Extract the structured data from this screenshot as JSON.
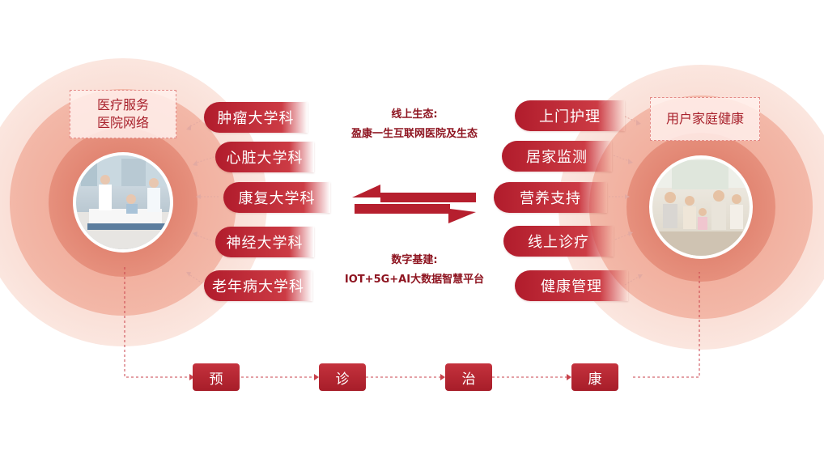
{
  "left_group": {
    "title_line1": "医疗服务",
    "title_line2": "医院网络",
    "photo_icon": "hospital-ward-photo",
    "items": [
      {
        "label": "肿瘤大学科"
      },
      {
        "label": "心脏大学科"
      },
      {
        "label": "康复大学科"
      },
      {
        "label": "神经大学科"
      },
      {
        "label": "老年病大学科"
      }
    ]
  },
  "right_group": {
    "title": "用户家庭健康",
    "photo_icon": "family-photo",
    "items": [
      {
        "label": "上门护理"
      },
      {
        "label": "居家监测"
      },
      {
        "label": "营养支持"
      },
      {
        "label": "线上诊疗"
      },
      {
        "label": "健康管理"
      }
    ]
  },
  "center": {
    "top_line1": "线上生态:",
    "top_line2": "盈康一生互联网医院及生态",
    "bottom_line1": "数字基建:",
    "bottom_line2": "IOT+5G+AI大数据智慧平台"
  },
  "flow": {
    "steps": [
      {
        "label": "预"
      },
      {
        "label": "诊"
      },
      {
        "label": "治"
      },
      {
        "label": "康"
      }
    ]
  },
  "colors": {
    "primary": "#b11c2c",
    "circle_outer": "#fbe3dc",
    "circle_mid": "#f2b6a6",
    "circle_inner": "#de7c6a"
  }
}
